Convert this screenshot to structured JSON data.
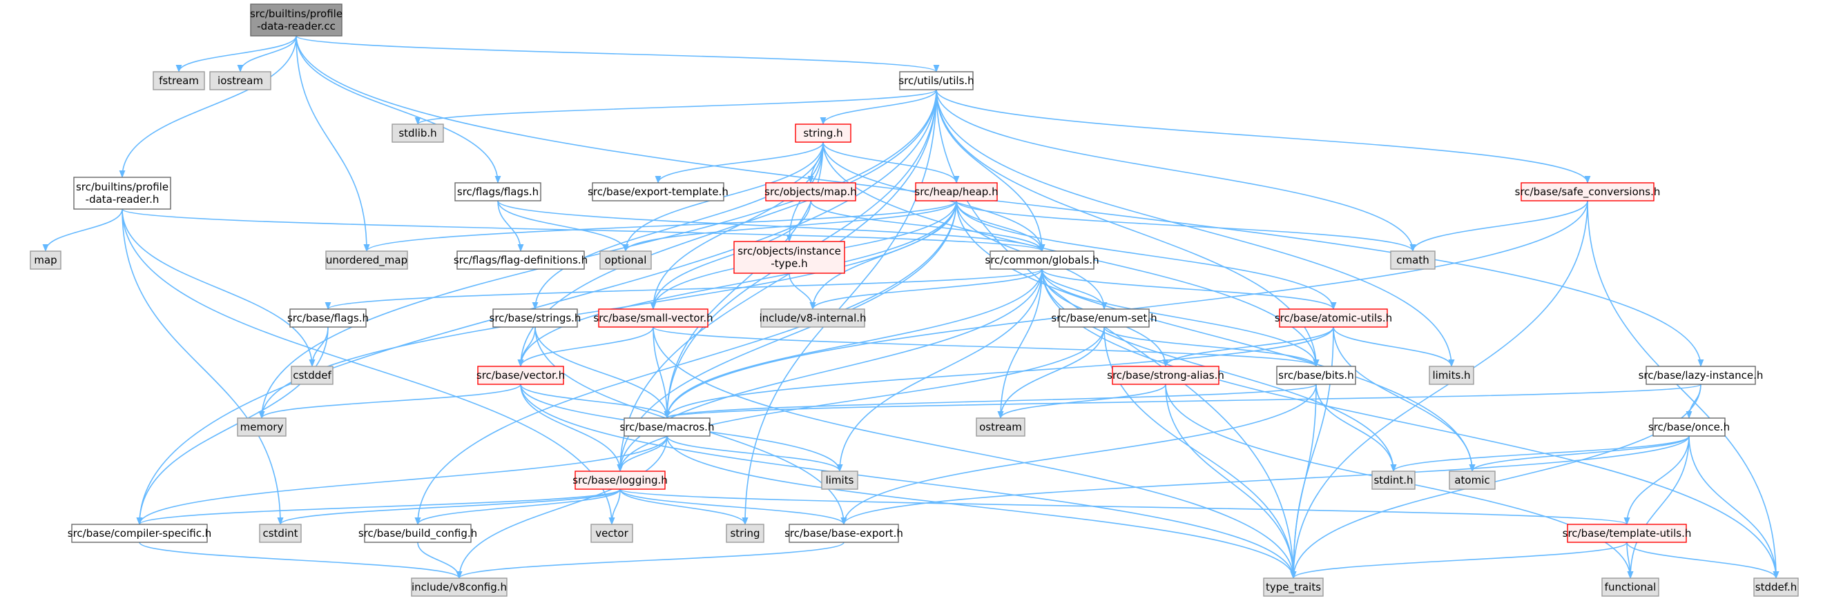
{
  "colors": {
    "edge": "#63b8ff",
    "root_fill": "#999999",
    "red_border": "#ff0000",
    "system_fill": "#e0e0e0"
  },
  "nodes": [
    {
      "id": "root",
      "label": [
        "src/builtins/profile",
        "-data-reader.cc"
      ],
      "style": "root"
    },
    {
      "id": "fstream",
      "label": [
        "fstream"
      ],
      "style": "sys"
    },
    {
      "id": "iostream",
      "label": [
        "iostream"
      ],
      "style": "sys"
    },
    {
      "id": "utils",
      "label": [
        "src/utils/utils.h"
      ],
      "style": "plain"
    },
    {
      "id": "stdlib",
      "label": [
        "stdlib.h"
      ],
      "style": "sys"
    },
    {
      "id": "string_h",
      "label": [
        "string.h"
      ],
      "style": "red"
    },
    {
      "id": "pdr_h",
      "label": [
        "src/builtins/profile",
        "-data-reader.h"
      ],
      "style": "plain"
    },
    {
      "id": "flags_h",
      "label": [
        "src/flags/flags.h"
      ],
      "style": "plain"
    },
    {
      "id": "export_tpl",
      "label": [
        "src/base/export-template.h"
      ],
      "style": "plain"
    },
    {
      "id": "obj_map",
      "label": [
        "src/objects/map.h"
      ],
      "style": "red"
    },
    {
      "id": "heap",
      "label": [
        "src/heap/heap.h"
      ],
      "style": "red"
    },
    {
      "id": "safe_conv",
      "label": [
        "src/base/safe_conversions.h"
      ],
      "style": "red"
    },
    {
      "id": "map",
      "label": [
        "map"
      ],
      "style": "sys"
    },
    {
      "id": "unordered_map",
      "label": [
        "unordered_map"
      ],
      "style": "sys"
    },
    {
      "id": "flag_defs",
      "label": [
        "src/flags/flag-definitions.h"
      ],
      "style": "plain"
    },
    {
      "id": "optional",
      "label": [
        "optional"
      ],
      "style": "sys"
    },
    {
      "id": "inst_type",
      "label": [
        "src/objects/instance",
        "-type.h"
      ],
      "style": "red"
    },
    {
      "id": "globals",
      "label": [
        "src/common/globals.h"
      ],
      "style": "plain"
    },
    {
      "id": "cmath",
      "label": [
        "cmath"
      ],
      "style": "sys"
    },
    {
      "id": "v8internal",
      "label": [
        "include/v8-internal.h"
      ],
      "style": "sys"
    },
    {
      "id": "base_flags",
      "label": [
        "src/base/flags.h"
      ],
      "style": "plain"
    },
    {
      "id": "strings_h",
      "label": [
        "src/base/strings.h"
      ],
      "style": "plain"
    },
    {
      "id": "small_vec",
      "label": [
        "src/base/small-vector.h"
      ],
      "style": "red"
    },
    {
      "id": "enum_set",
      "label": [
        "src/base/enum-set.h"
      ],
      "style": "plain"
    },
    {
      "id": "atomic_utils",
      "label": [
        "src/base/atomic-utils.h"
      ],
      "style": "red"
    },
    {
      "id": "cstddef",
      "label": [
        "cstddef"
      ],
      "style": "sys"
    },
    {
      "id": "vector_h",
      "label": [
        "src/base/vector.h"
      ],
      "style": "red"
    },
    {
      "id": "strong_alias",
      "label": [
        "src/base/strong-alias.h"
      ],
      "style": "red"
    },
    {
      "id": "bits",
      "label": [
        "src/base/bits.h"
      ],
      "style": "plain"
    },
    {
      "id": "limits_h",
      "label": [
        "limits.h"
      ],
      "style": "sys"
    },
    {
      "id": "lazy",
      "label": [
        "src/base/lazy-instance.h"
      ],
      "style": "plain"
    },
    {
      "id": "memory",
      "label": [
        "memory"
      ],
      "style": "sys"
    },
    {
      "id": "macros",
      "label": [
        "src/base/macros.h"
      ],
      "style": "plain"
    },
    {
      "id": "ostream",
      "label": [
        "ostream"
      ],
      "style": "sys"
    },
    {
      "id": "once",
      "label": [
        "src/base/once.h"
      ],
      "style": "plain"
    },
    {
      "id": "logging",
      "label": [
        "src/base/logging.h"
      ],
      "style": "red"
    },
    {
      "id": "limits",
      "label": [
        "limits"
      ],
      "style": "sys"
    },
    {
      "id": "stdint",
      "label": [
        "stdint.h"
      ],
      "style": "sys"
    },
    {
      "id": "atomic",
      "label": [
        "atomic"
      ],
      "style": "sys"
    },
    {
      "id": "compiler",
      "label": [
        "src/base/compiler-specific.h"
      ],
      "style": "plain"
    },
    {
      "id": "cstdint",
      "label": [
        "cstdint"
      ],
      "style": "sys"
    },
    {
      "id": "build_config",
      "label": [
        "src/base/build_config.h"
      ],
      "style": "plain"
    },
    {
      "id": "vector",
      "label": [
        "vector"
      ],
      "style": "sys"
    },
    {
      "id": "string",
      "label": [
        "string"
      ],
      "style": "sys"
    },
    {
      "id": "base_export",
      "label": [
        "src/base/base-export.h"
      ],
      "style": "plain"
    },
    {
      "id": "template_utils",
      "label": [
        "src/base/template-utils.h"
      ],
      "style": "red"
    },
    {
      "id": "v8config",
      "label": [
        "include/v8config.h"
      ],
      "style": "sys"
    },
    {
      "id": "type_traits",
      "label": [
        "type_traits"
      ],
      "style": "sys"
    },
    {
      "id": "functional",
      "label": [
        "functional"
      ],
      "style": "sys"
    },
    {
      "id": "stddef",
      "label": [
        "stddef.h"
      ],
      "style": "sys"
    }
  ],
  "edges": [
    [
      "root",
      "fstream"
    ],
    [
      "root",
      "iostream"
    ],
    [
      "root",
      "utils"
    ],
    [
      "root",
      "pdr_h"
    ],
    [
      "root",
      "flags_h"
    ],
    [
      "root",
      "unordered_map"
    ],
    [
      "root",
      "lazy"
    ],
    [
      "utils",
      "stdlib"
    ],
    [
      "utils",
      "string_h"
    ],
    [
      "utils",
      "compiler"
    ],
    [
      "utils",
      "logging"
    ],
    [
      "utils",
      "macros"
    ],
    [
      "utils",
      "vector_h"
    ],
    [
      "utils",
      "memory"
    ],
    [
      "utils",
      "globals"
    ],
    [
      "utils",
      "cmath"
    ],
    [
      "utils",
      "bits"
    ],
    [
      "utils",
      "limits_h"
    ],
    [
      "utils",
      "safe_conv"
    ],
    [
      "utils",
      "type_traits"
    ],
    [
      "utils",
      "string"
    ],
    [
      "string_h",
      "export_tpl"
    ],
    [
      "string_h",
      "obj_map"
    ],
    [
      "string_h",
      "heap"
    ],
    [
      "string_h",
      "inst_type"
    ],
    [
      "string_h",
      "optional"
    ],
    [
      "string_h",
      "globals"
    ],
    [
      "string_h",
      "small_vec"
    ],
    [
      "string_h",
      "strings_h"
    ],
    [
      "string_h",
      "bits"
    ],
    [
      "string_h",
      "macros"
    ],
    [
      "pdr_h",
      "map"
    ],
    [
      "pdr_h",
      "cstddef"
    ],
    [
      "pdr_h",
      "cstdint"
    ],
    [
      "pdr_h",
      "vector"
    ],
    [
      "pdr_h",
      "globals"
    ],
    [
      "flags_h",
      "flag_defs"
    ],
    [
      "flags_h",
      "optional"
    ],
    [
      "flags_h",
      "globals"
    ],
    [
      "obj_map",
      "globals"
    ],
    [
      "obj_map",
      "small_vec"
    ],
    [
      "heap",
      "optional"
    ],
    [
      "heap",
      "unordered_map"
    ],
    [
      "heap",
      "globals"
    ],
    [
      "heap",
      "cmath"
    ],
    [
      "heap",
      "v8internal"
    ],
    [
      "heap",
      "atomic_utils"
    ],
    [
      "heap",
      "enum_set"
    ],
    [
      "heap",
      "small_vec"
    ],
    [
      "heap",
      "vector_h"
    ],
    [
      "heap",
      "build_config"
    ],
    [
      "heap",
      "logging"
    ],
    [
      "heap",
      "memory"
    ],
    [
      "heap",
      "atomic"
    ],
    [
      "inst_type",
      "v8internal"
    ],
    [
      "safe_conv",
      "cmath"
    ],
    [
      "safe_conv",
      "type_traits"
    ],
    [
      "safe_conv",
      "stddef"
    ],
    [
      "safe_conv",
      "macros"
    ],
    [
      "globals",
      "v8internal"
    ],
    [
      "globals",
      "base_flags"
    ],
    [
      "globals",
      "enum_set"
    ],
    [
      "globals",
      "atomic_utils"
    ],
    [
      "globals",
      "strong_alias"
    ],
    [
      "globals",
      "macros"
    ],
    [
      "globals",
      "logging"
    ],
    [
      "globals",
      "ostream"
    ],
    [
      "globals",
      "limits"
    ],
    [
      "globals",
      "stdint"
    ],
    [
      "globals",
      "stddef"
    ],
    [
      "globals",
      "bits"
    ],
    [
      "base_flags",
      "cstddef"
    ],
    [
      "base_flags",
      "compiler"
    ],
    [
      "strings_h",
      "vector_h"
    ],
    [
      "strings_h",
      "macros"
    ],
    [
      "strings_h",
      "base_export"
    ],
    [
      "small_vec",
      "vector_h"
    ],
    [
      "small_vec",
      "macros"
    ],
    [
      "small_vec",
      "bits"
    ],
    [
      "small_vec",
      "type_traits"
    ],
    [
      "enum_set",
      "bits"
    ],
    [
      "enum_set",
      "ostream"
    ],
    [
      "enum_set",
      "logging"
    ],
    [
      "enum_set",
      "type_traits"
    ],
    [
      "atomic_utils",
      "strong_alias"
    ],
    [
      "atomic_utils",
      "limits_h"
    ],
    [
      "atomic_utils",
      "atomic"
    ],
    [
      "atomic_utils",
      "type_traits"
    ],
    [
      "atomic_utils",
      "macros"
    ],
    [
      "vector_h",
      "memory"
    ],
    [
      "vector_h",
      "macros"
    ],
    [
      "vector_h",
      "logging"
    ],
    [
      "vector_h",
      "limits"
    ],
    [
      "vector_h",
      "type_traits"
    ],
    [
      "strong_alias",
      "ostream"
    ],
    [
      "strong_alias",
      "type_traits"
    ],
    [
      "strong_alias",
      "functional"
    ],
    [
      "bits",
      "macros"
    ],
    [
      "bits",
      "stdint"
    ],
    [
      "bits",
      "type_traits"
    ],
    [
      "bits",
      "base_export"
    ],
    [
      "lazy",
      "macros"
    ],
    [
      "lazy",
      "once"
    ],
    [
      "lazy",
      "type_traits"
    ],
    [
      "macros",
      "logging"
    ],
    [
      "macros",
      "limits"
    ],
    [
      "macros",
      "compiler"
    ],
    [
      "macros",
      "v8config"
    ],
    [
      "macros",
      "type_traits"
    ],
    [
      "once",
      "stdint"
    ],
    [
      "once",
      "atomic"
    ],
    [
      "once",
      "base_export"
    ],
    [
      "once",
      "template_utils"
    ],
    [
      "once",
      "functional"
    ],
    [
      "once",
      "stddef"
    ],
    [
      "logging",
      "compiler"
    ],
    [
      "logging",
      "cstdint"
    ],
    [
      "logging",
      "build_config"
    ],
    [
      "logging",
      "vector"
    ],
    [
      "logging",
      "string"
    ],
    [
      "logging",
      "base_export"
    ],
    [
      "logging",
      "template_utils"
    ],
    [
      "compiler",
      "v8config"
    ],
    [
      "build_config",
      "v8config"
    ],
    [
      "base_export",
      "v8config"
    ],
    [
      "template_utils",
      "type_traits"
    ],
    [
      "template_utils",
      "functional"
    ],
    [
      "template_utils",
      "stddef"
    ]
  ]
}
